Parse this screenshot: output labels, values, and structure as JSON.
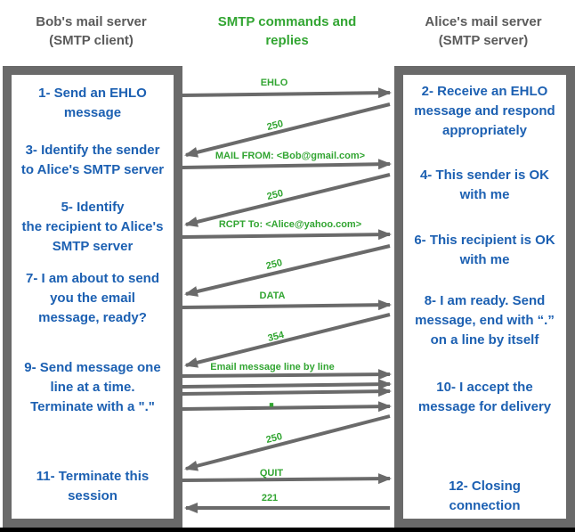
{
  "headers": {
    "client": {
      "title_block": "Bob's mail server\n(SMTP client)"
    },
    "center": {
      "title_block": "SMTP commands and\nreplies"
    },
    "server": {
      "title_block": "Alice's mail server\n(SMTP server)"
    }
  },
  "client_box": {
    "role": "SMTP client",
    "steps": [
      {
        "text": "1- Send an EHLO\nmessage"
      },
      {
        "text": "3- Identify the sender\nto Alice's SMTP server"
      },
      {
        "text": "5- Identify\nthe recipient to Alice's\nSMTP server"
      },
      {
        "text": "7- I am about to send\nyou the email\nmessage, ready?"
      },
      {
        "text": "9- Send message one\nline at a time.\nTerminate with a \".\""
      },
      {
        "text": "11- Terminate this\nsession"
      }
    ]
  },
  "server_box": {
    "role": "SMTP server",
    "steps": [
      {
        "text": "2- Receive an EHLO\nmessage and respond\nappropriately"
      },
      {
        "text": "4- This sender is OK\nwith me"
      },
      {
        "text": "6- This recipient is OK\nwith me"
      },
      {
        "text": "8-  I am ready. Send\nmessage, end with “.”\non a line by itself"
      },
      {
        "text": "10-  I accept the\nmessage for delivery"
      },
      {
        "text": "12-  Closing\nconnection"
      }
    ]
  },
  "exchange": [
    {
      "label": "EHLO",
      "kind": "command"
    },
    {
      "label": "250",
      "kind": "reply"
    },
    {
      "label": "MAIL FROM: <Bob@gmail.com>",
      "kind": "command"
    },
    {
      "label": "250",
      "kind": "reply"
    },
    {
      "label": "RCPT To: <Alice@yahoo.com>",
      "kind": "command"
    },
    {
      "label": "250",
      "kind": "reply"
    },
    {
      "label": "DATA",
      "kind": "command"
    },
    {
      "label": "354",
      "kind": "reply"
    },
    {
      "label": "Email message line by line",
      "kind": "command"
    },
    {
      "label": "■",
      "kind": "command"
    },
    {
      "label": "250",
      "kind": "reply"
    },
    {
      "label": "QUIT",
      "kind": "command"
    },
    {
      "label": "221",
      "kind": "reply"
    }
  ],
  "colors": {
    "green": "#32a532",
    "blue": "#1c60b2",
    "arrow_gray": "#6a6a6a",
    "header_gray": "#5b5b5b"
  }
}
